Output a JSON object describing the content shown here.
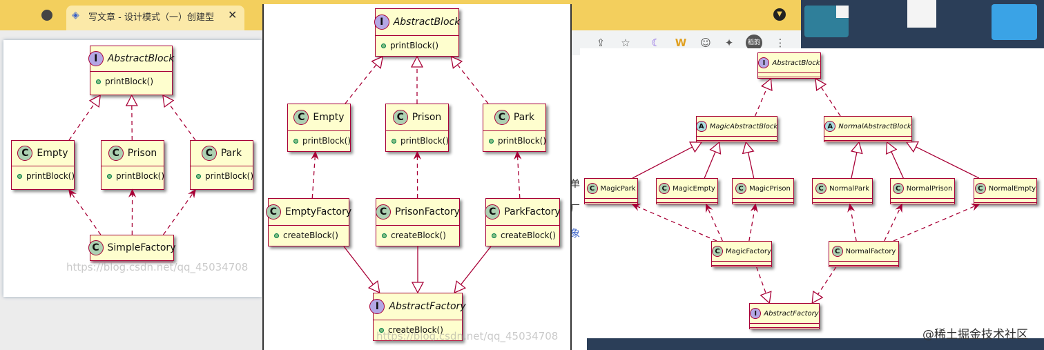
{
  "browser": {
    "tab_title": "写文章 - 设计模式（一）创建型",
    "tab_close": "✕",
    "avatar_label": "稻韵"
  },
  "page_side_text": [
    "单",
    "厂",
    "象"
  ],
  "watermarks": {
    "panel_a": "https://blog.csdn.net/qq_45034708",
    "panel_b": "https://blog.csdn.net/qq_45034708"
  },
  "credit": "@稀土掘金技术社区",
  "diagram_simple": {
    "classes": [
      {
        "id": "abstract_block",
        "name": "AbstractBlock",
        "kind": "interface",
        "methods": [
          "printBlock()"
        ]
      },
      {
        "id": "empty",
        "name": "Empty",
        "kind": "class",
        "methods": [
          "printBlock()"
        ]
      },
      {
        "id": "prison",
        "name": "Prison",
        "kind": "class",
        "methods": [
          "printBlock()"
        ]
      },
      {
        "id": "park",
        "name": "Park",
        "kind": "class",
        "methods": [
          "printBlock()"
        ]
      },
      {
        "id": "simple_factory",
        "name": "SimpleFactory",
        "kind": "class",
        "methods": []
      }
    ],
    "relations": [
      {
        "from": "empty",
        "to": "abstract_block",
        "type": "realization"
      },
      {
        "from": "prison",
        "to": "abstract_block",
        "type": "realization"
      },
      {
        "from": "park",
        "to": "abstract_block",
        "type": "realization"
      },
      {
        "from": "simple_factory",
        "to": "empty",
        "type": "dependency"
      },
      {
        "from": "simple_factory",
        "to": "prison",
        "type": "dependency"
      },
      {
        "from": "simple_factory",
        "to": "park",
        "type": "dependency"
      }
    ]
  },
  "diagram_factory_method": {
    "classes": [
      {
        "id": "abstract_block",
        "name": "AbstractBlock",
        "kind": "interface",
        "methods": [
          "printBlock()"
        ]
      },
      {
        "id": "empty",
        "name": "Empty",
        "kind": "class",
        "methods": [
          "printBlock()"
        ]
      },
      {
        "id": "prison",
        "name": "Prison",
        "kind": "class",
        "methods": [
          "printBlock()"
        ]
      },
      {
        "id": "park",
        "name": "Park",
        "kind": "class",
        "methods": [
          "printBlock()"
        ]
      },
      {
        "id": "empty_factory",
        "name": "EmptyFactory",
        "kind": "class",
        "methods": [
          "createBlock()"
        ]
      },
      {
        "id": "prison_factory",
        "name": "PrisonFactory",
        "kind": "class",
        "methods": [
          "createBlock()"
        ]
      },
      {
        "id": "park_factory",
        "name": "ParkFactory",
        "kind": "class",
        "methods": [
          "createBlock()"
        ]
      },
      {
        "id": "abstract_factory",
        "name": "AbstractFactory",
        "kind": "interface",
        "methods": [
          "createBlock()"
        ]
      }
    ],
    "relations": [
      {
        "from": "empty",
        "to": "abstract_block",
        "type": "realization"
      },
      {
        "from": "prison",
        "to": "abstract_block",
        "type": "realization"
      },
      {
        "from": "park",
        "to": "abstract_block",
        "type": "realization"
      },
      {
        "from": "empty_factory",
        "to": "empty",
        "type": "dependency"
      },
      {
        "from": "prison_factory",
        "to": "prison",
        "type": "dependency"
      },
      {
        "from": "park_factory",
        "to": "park",
        "type": "dependency"
      },
      {
        "from": "empty_factory",
        "to": "abstract_factory",
        "type": "generalization"
      },
      {
        "from": "prison_factory",
        "to": "abstract_factory",
        "type": "generalization"
      },
      {
        "from": "park_factory",
        "to": "abstract_factory",
        "type": "generalization"
      }
    ]
  },
  "diagram_abstract_factory": {
    "classes": [
      {
        "id": "abstract_block",
        "name": "AbstractBlock",
        "kind": "interface",
        "methods": []
      },
      {
        "id": "magic_abstract_block",
        "name": "MagicAbstractBlock",
        "kind": "abstract",
        "methods": []
      },
      {
        "id": "normal_abstract_block",
        "name": "NormalAbstractBlock",
        "kind": "abstract",
        "methods": []
      },
      {
        "id": "magic_park",
        "name": "MagicPark",
        "kind": "class",
        "methods": []
      },
      {
        "id": "magic_empty",
        "name": "MagicEmpty",
        "kind": "class",
        "methods": []
      },
      {
        "id": "magic_prison",
        "name": "MagicPrison",
        "kind": "class",
        "methods": []
      },
      {
        "id": "normal_park",
        "name": "NormalPark",
        "kind": "class",
        "methods": []
      },
      {
        "id": "normal_prison",
        "name": "NormalPrison",
        "kind": "class",
        "methods": []
      },
      {
        "id": "normal_empty",
        "name": "NormalEmpty",
        "kind": "class",
        "methods": []
      },
      {
        "id": "magic_factory",
        "name": "MagicFactory",
        "kind": "class",
        "methods": []
      },
      {
        "id": "normal_factory",
        "name": "NormalFactory",
        "kind": "class",
        "methods": []
      },
      {
        "id": "abstract_factory",
        "name": "AbstractFactory",
        "kind": "interface",
        "methods": []
      }
    ],
    "relations": [
      {
        "from": "magic_abstract_block",
        "to": "abstract_block",
        "type": "realization"
      },
      {
        "from": "normal_abstract_block",
        "to": "abstract_block",
        "type": "realization"
      },
      {
        "from": "magic_park",
        "to": "magic_abstract_block",
        "type": "generalization"
      },
      {
        "from": "magic_empty",
        "to": "magic_abstract_block",
        "type": "generalization"
      },
      {
        "from": "magic_prison",
        "to": "magic_abstract_block",
        "type": "generalization"
      },
      {
        "from": "normal_park",
        "to": "normal_abstract_block",
        "type": "generalization"
      },
      {
        "from": "normal_prison",
        "to": "normal_abstract_block",
        "type": "generalization"
      },
      {
        "from": "normal_empty",
        "to": "normal_abstract_block",
        "type": "generalization"
      },
      {
        "from": "magic_factory",
        "to": "magic_park",
        "type": "dependency"
      },
      {
        "from": "magic_factory",
        "to": "magic_empty",
        "type": "dependency"
      },
      {
        "from": "magic_factory",
        "to": "magic_prison",
        "type": "dependency"
      },
      {
        "from": "normal_factory",
        "to": "normal_park",
        "type": "dependency"
      },
      {
        "from": "normal_factory",
        "to": "normal_prison",
        "type": "dependency"
      },
      {
        "from": "normal_factory",
        "to": "normal_empty",
        "type": "dependency"
      },
      {
        "from": "magic_factory",
        "to": "abstract_factory",
        "type": "realization"
      },
      {
        "from": "normal_factory",
        "to": "abstract_factory",
        "type": "realization"
      }
    ]
  },
  "colors": {
    "class_fill": "#fefece",
    "class_border": "#a80036",
    "class_spot": "#add1b2",
    "interface_spot": "#b4a7e5",
    "abstract_spot": "#a9dcdf",
    "method_dot": "#84be84",
    "edge": "#a80036",
    "browser_tab_bar": "#f3cf5d"
  }
}
